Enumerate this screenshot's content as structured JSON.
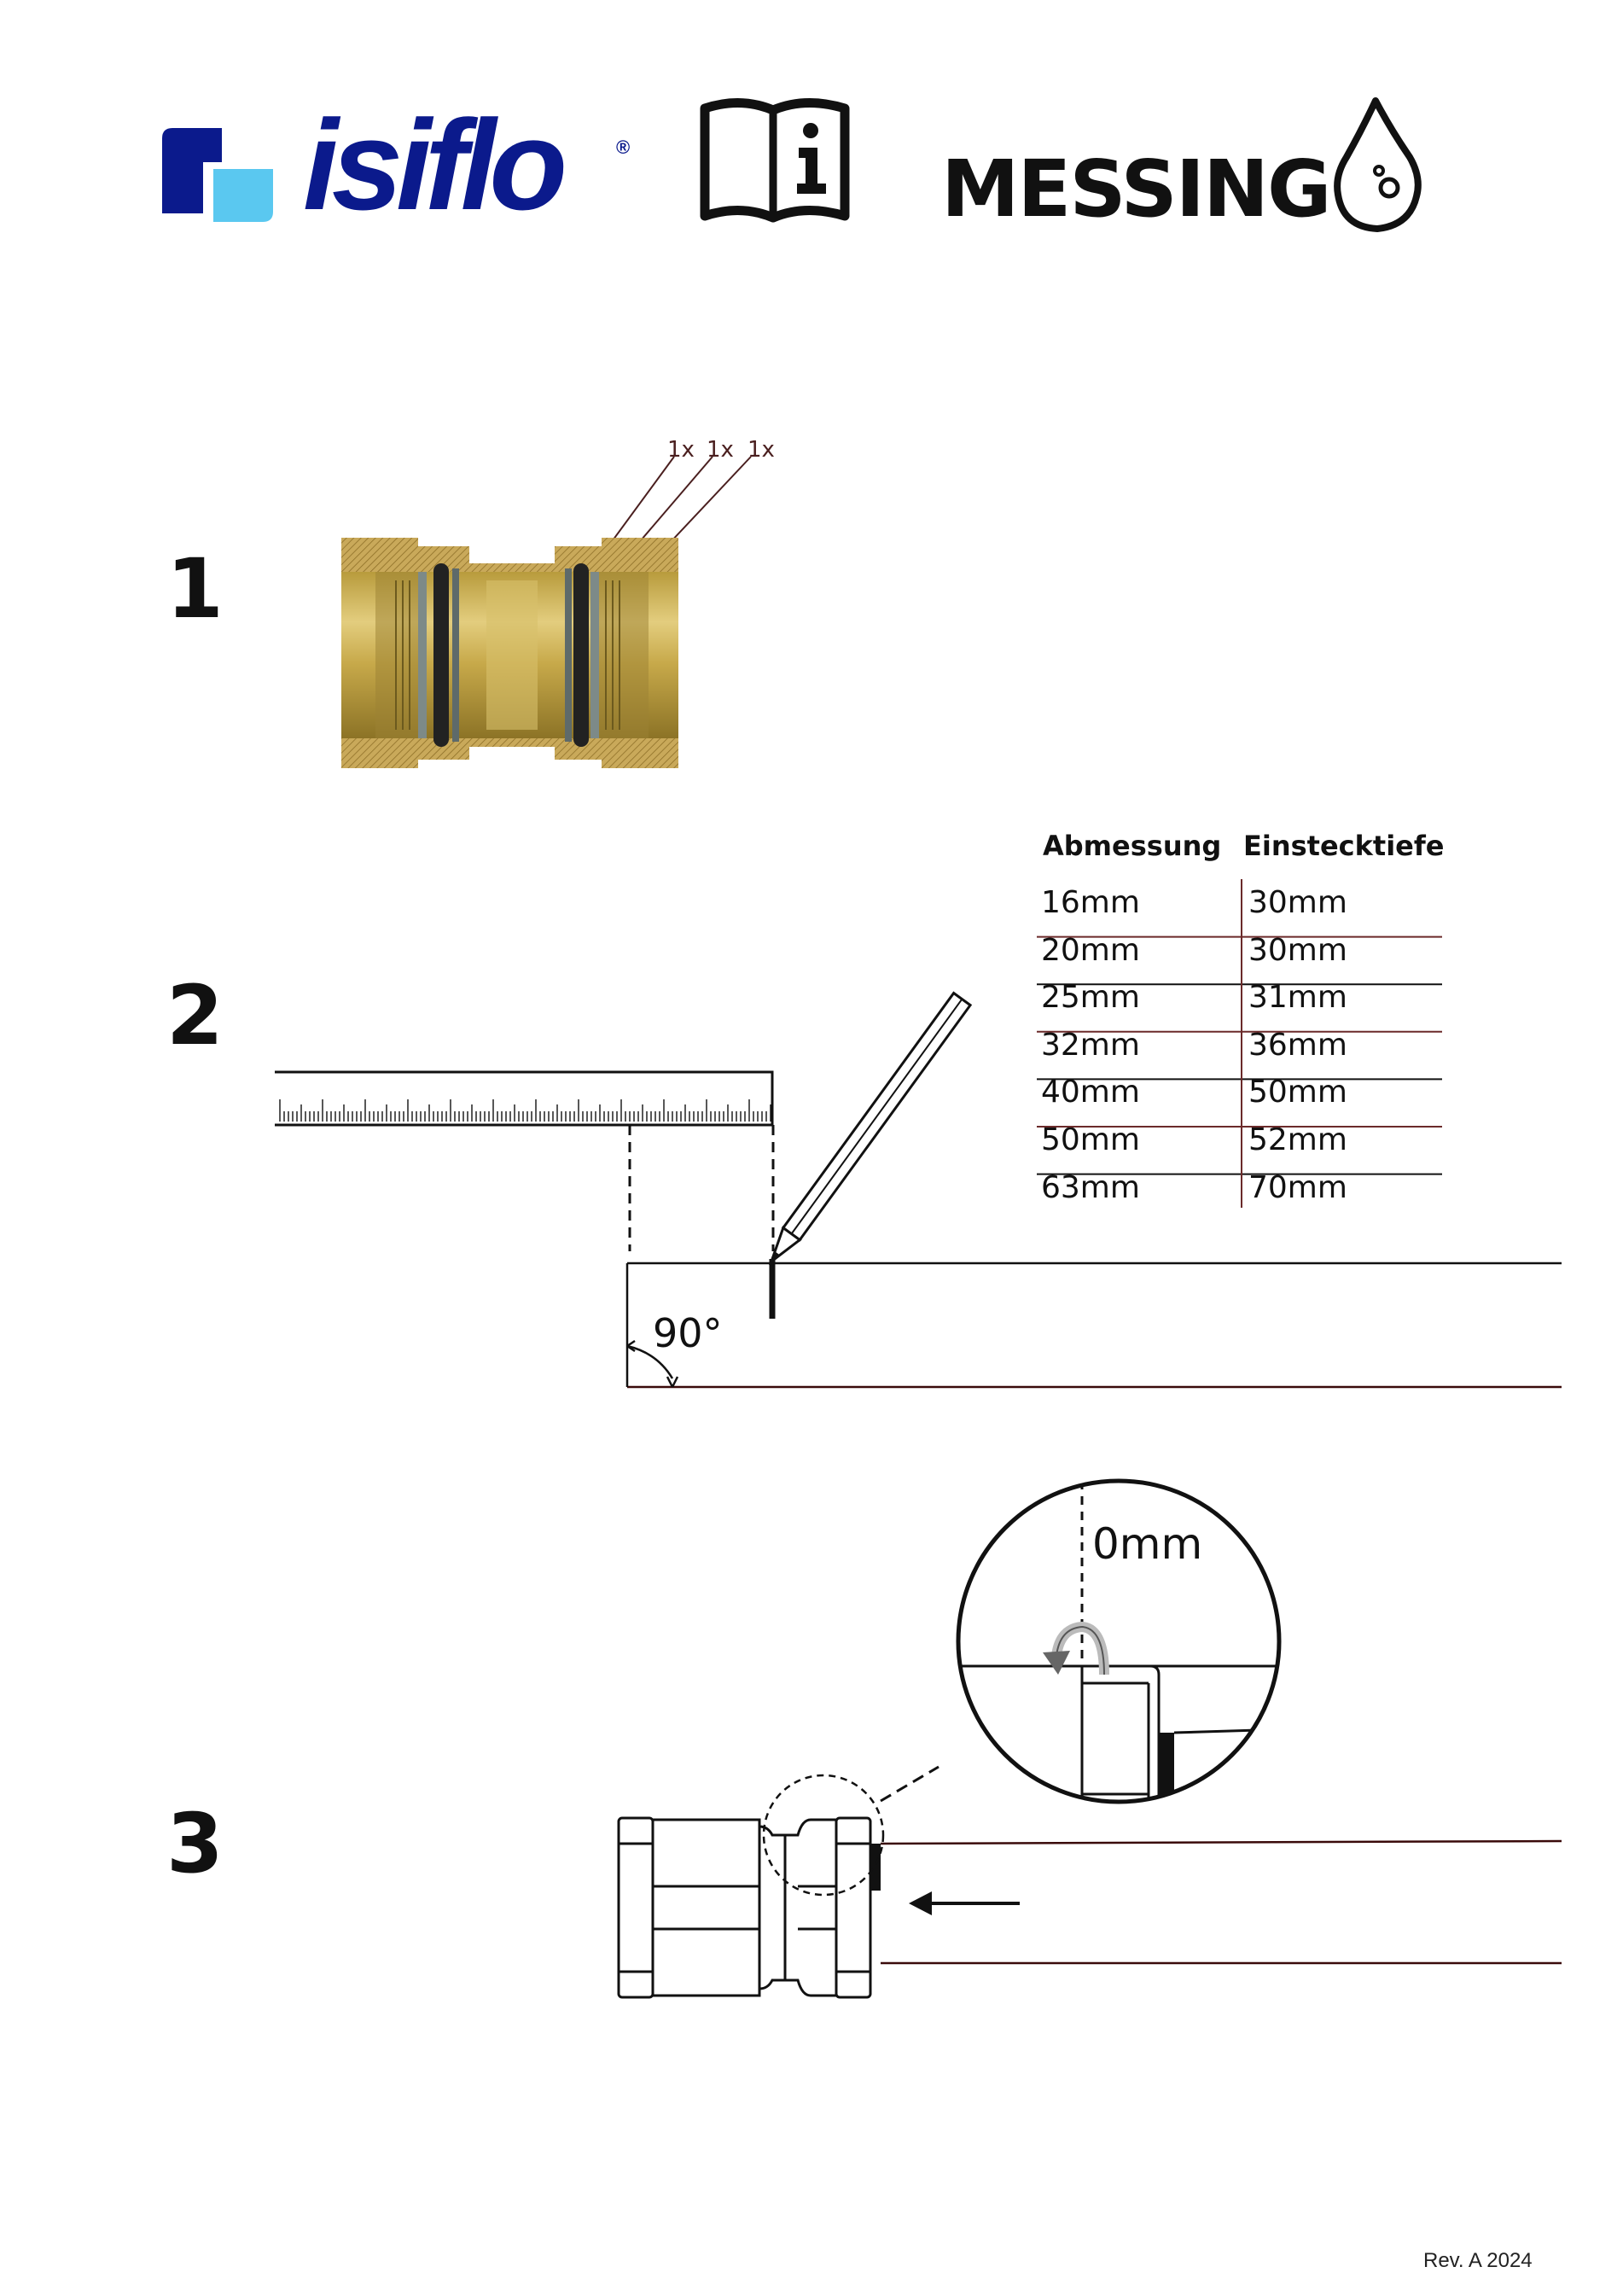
{
  "header": {
    "brand_name": "isiflo",
    "brand_registered": "®",
    "info_icon": "manual-info-icon",
    "material_label": "MESSING",
    "material_icon": "water-drop-icon",
    "brand_colors": {
      "dark_blue": "#0b1a8c",
      "light_blue": "#5ac8f0"
    }
  },
  "steps": {
    "step1": {
      "number": "1",
      "qty_labels": [
        "1x",
        "1x",
        "1x"
      ]
    },
    "step2": {
      "number": "2",
      "table": {
        "headers": [
          "Abmessung",
          "Einstecktiefe"
        ],
        "rows": [
          [
            "16mm",
            "30mm"
          ],
          [
            "20mm",
            "30mm"
          ],
          [
            "25mm",
            "31mm"
          ],
          [
            "32mm",
            "36mm"
          ],
          [
            "40mm",
            "50mm"
          ],
          [
            "50mm",
            "52mm"
          ],
          [
            "63mm",
            "70mm"
          ]
        ]
      },
      "angle_label": "90°"
    },
    "step3": {
      "number": "3",
      "gap_label": "0mm"
    }
  },
  "footer": {
    "revision": "Rev. A 2024"
  }
}
